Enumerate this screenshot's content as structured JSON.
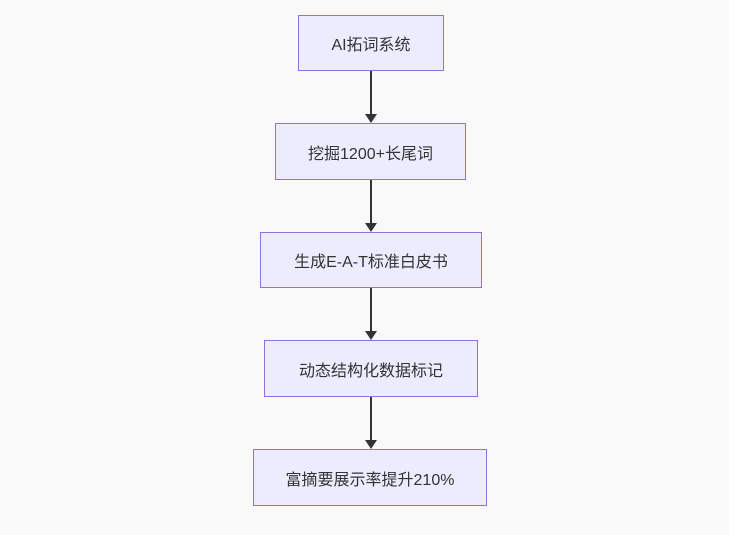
{
  "diagram": {
    "type": "flowchart",
    "direction": "top-to-bottom",
    "colors": {
      "background": "#f9f9f9",
      "node_fill": "#ECECFF",
      "node_border": "#9370DB",
      "node_text": "#333333",
      "arrow": "#333333"
    },
    "nodes": [
      {
        "id": "n1",
        "label": "AI拓词系统"
      },
      {
        "id": "n2",
        "label": "挖掘1200+长尾词"
      },
      {
        "id": "n3",
        "label": "生成E-A-T标准白皮书"
      },
      {
        "id": "n4",
        "label": "动态结构化数据标记"
      },
      {
        "id": "n5",
        "label": "富摘要展示率提升210%"
      }
    ],
    "edges": [
      {
        "from": "n1",
        "to": "n2"
      },
      {
        "from": "n2",
        "to": "n3"
      },
      {
        "from": "n3",
        "to": "n4"
      },
      {
        "from": "n4",
        "to": "n5"
      }
    ]
  }
}
